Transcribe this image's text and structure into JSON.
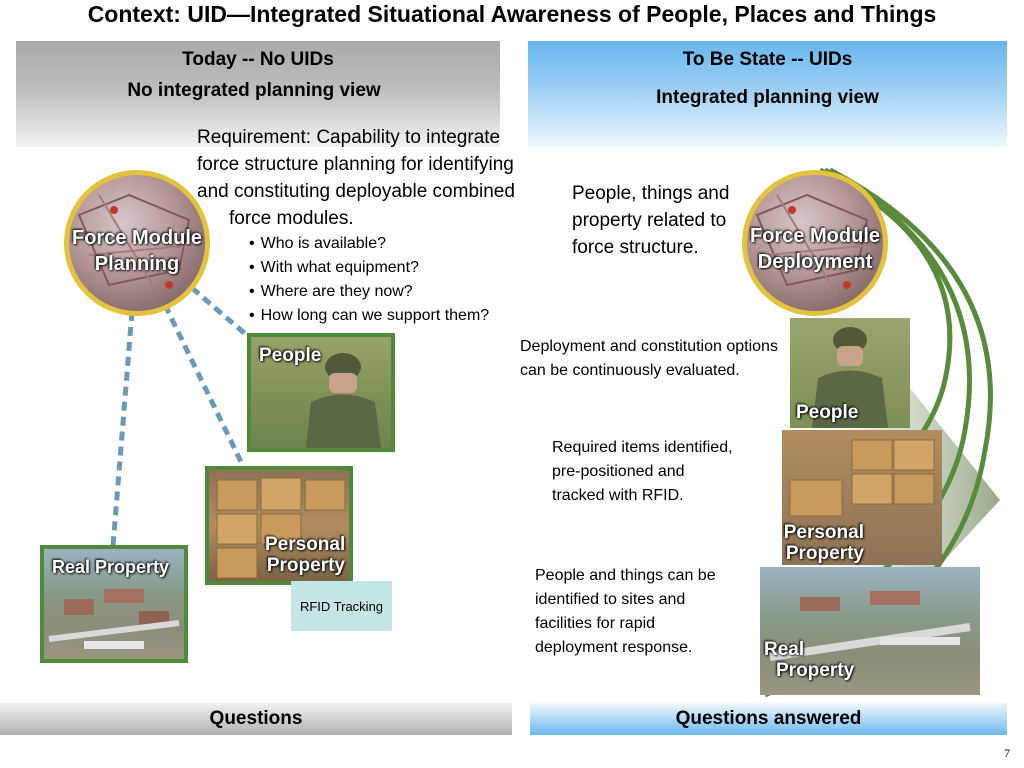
{
  "title": "Context:  UID—Integrated Situational Awareness of People, Places and Things",
  "left": {
    "header_line1": "Today -- No UIDs",
    "header_line2": "No integrated planning view",
    "requirement_lines": [
      "Requirement:  Capability to integrate",
      "force structure planning for identifying",
      "and constituting deployable combined",
      "force modules."
    ],
    "bullets": [
      "Who is available?",
      "With what equipment?",
      "Where are they now?",
      "How long can we support them?"
    ],
    "circle": {
      "label_line1": "Force Module",
      "label_line2": "Planning"
    },
    "people_label": "People",
    "personal_property_line1": "Personal",
    "personal_property_line2": "Property",
    "real_property_label": "Real Property",
    "rfid_label": "RFID Tracking",
    "footer": "Questions"
  },
  "right": {
    "header_line1": "To Be State -- UIDs",
    "header_line2": "Integrated planning view",
    "text_people_things": [
      "People, things and",
      "property related to",
      "force structure."
    ],
    "text_deployment": [
      "Deployment and constitution options",
      "can be continuously evaluated."
    ],
    "text_required": [
      "Required items identified,",
      "pre-positioned and",
      "tracked with RFID."
    ],
    "text_sites": [
      "People and things can be",
      "identified to sites and",
      "facilities for rapid",
      "deployment  response."
    ],
    "circle": {
      "label_line1": "Force Module",
      "label_line2": "Deployment"
    },
    "people_label": "People",
    "personal_property_line1": "Personal",
    "personal_property_line2": "Property",
    "real_property_line1": "Real",
    "real_property_line2": "Property",
    "footer": "Questions answered"
  },
  "page_number": "7",
  "colors": {
    "frame_green": "#4f8a3a",
    "arc_green": "#5a8a3c",
    "circle_gold": "#e3c23e",
    "dashed_connector": "#6a9ab8",
    "rfid_box": "#c4e6e4",
    "header_blue": "#66b6ee",
    "header_gray": "#a9a9a9"
  }
}
